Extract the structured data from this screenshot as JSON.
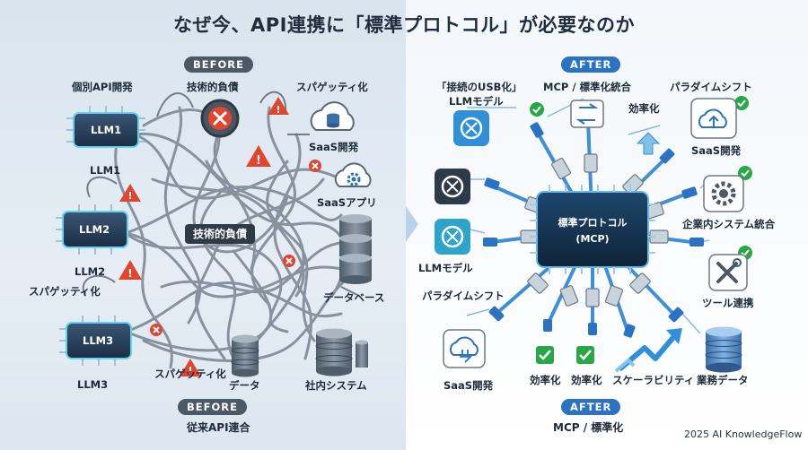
{
  "title": "なぜ今、API連携に「標準プロトコル」が必要なのか",
  "before": {
    "badge_top": "BEFORE",
    "badge_bottom": "BEFORE",
    "caption_bottom": "従来API連合",
    "labels": {
      "individual_api": "個別API開発",
      "tech_debt_top": "技術的負債",
      "spaghetti_top": "スパゲッティ化",
      "llm1_chip": "LLM1",
      "llm1": "LLM1",
      "saas_dev": "SaaS開発",
      "saas_app": "SaaSアプリ",
      "llm2_chip": "LLM2",
      "llm2": "LLM2",
      "spaghetti_left": "スパゲッティ化",
      "tech_debt_center": "技術的負債",
      "database": "データベース",
      "llm3_chip": "LLM3",
      "llm3": "LLM3",
      "spaghetti_bottom": "スパゲッティ化",
      "data": "データ",
      "internal_system": "社内システム"
    }
  },
  "after": {
    "badge_top": "AFTER",
    "badge_bottom": "AFTER",
    "caption_bottom": "MCP / 標準化",
    "hub_line1": "標準プロトコル",
    "hub_line2": "(MCP)",
    "labels": {
      "usb_line1": "「接続のUSB化」",
      "usb_line2": "LLMモデル",
      "mcp_standard": "MCP / 標準化統合",
      "efficiency_top": "効率化",
      "paradigm_top": "パラダイムシフト",
      "saas_dev_top": "SaaS開発",
      "enterprise": "企業内システム統合",
      "llm_model": "LLMモデル",
      "tool": "ツール連携",
      "paradigm_left": "パラダイムシフト",
      "saas_dev_bottom": "SaaS開発",
      "efficiency_1": "効率化",
      "efficiency_2": "効率化",
      "scalability": "スケーラビリティ",
      "business_data": "業務データ"
    }
  },
  "credit": "2025 AI KnowledgeFlow",
  "icons": {
    "warning": "warning-icon",
    "error": "error-x-icon",
    "check": "check-icon",
    "cloud": "cloud-icon",
    "database": "database-icon",
    "gear": "gear-icon",
    "wrench": "wrench-icon",
    "openai": "openai-logo-icon",
    "arrow": "growth-arrow-icon"
  },
  "colors": {
    "chip": "#2a3f5a",
    "chip_glow": "#5fd3f5",
    "hub": "#16324f",
    "accent_blue": "#2b73c2",
    "cable_before": "#7d8894",
    "cable_after": "#3f8fd6",
    "warning": "#e0452f",
    "check": "#27a745",
    "openai_tile": "#2f8fd8",
    "openai_tile_dark": "#2f3a47"
  }
}
